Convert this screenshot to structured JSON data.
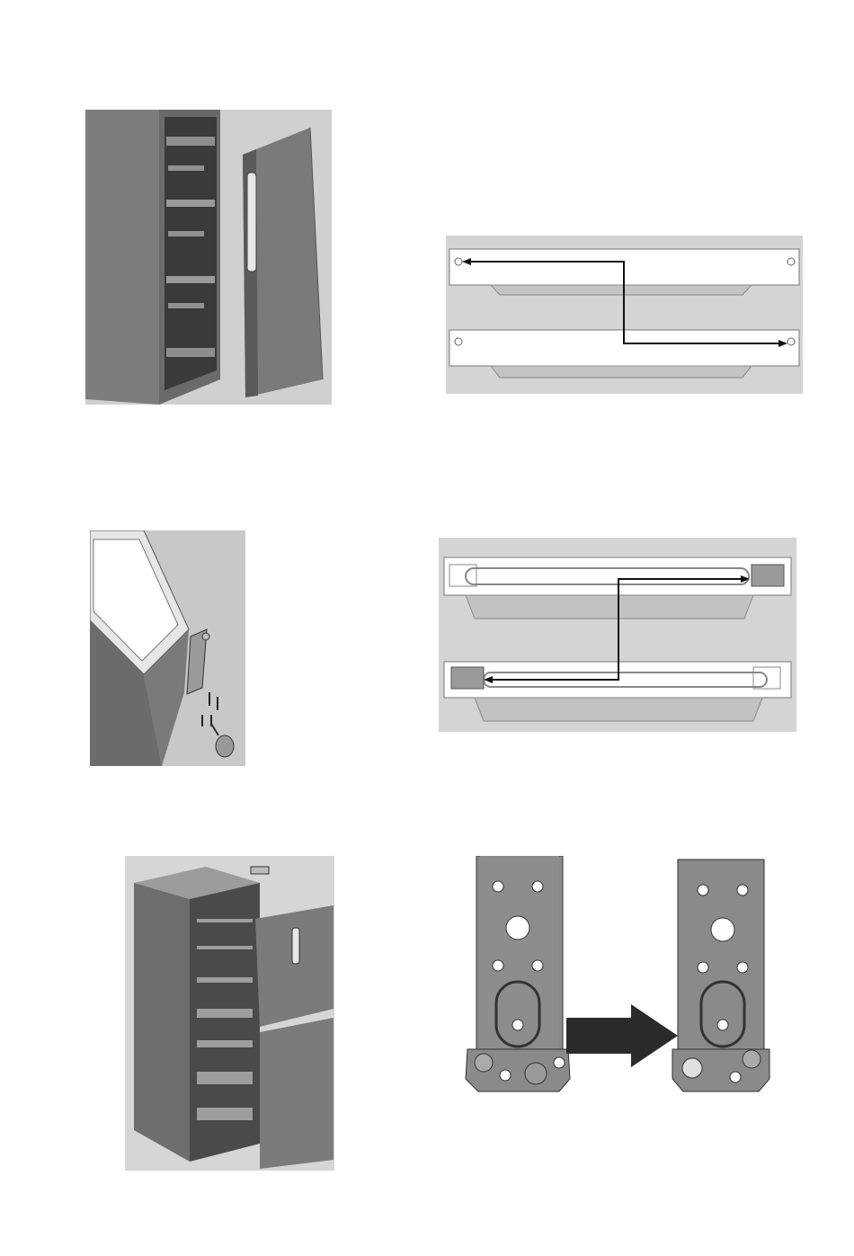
{
  "page": {
    "background": "#ffffff"
  },
  "figures": [
    {
      "id": "fig-1",
      "icon": "door-removed-from-upper-cabinet"
    },
    {
      "id": "fig-2",
      "icon": "door-top-cover-swap-arrows"
    },
    {
      "id": "fig-3",
      "icon": "hinge-bracket-and-screws"
    },
    {
      "id": "fig-4",
      "icon": "door-stopper-swap-arrow"
    },
    {
      "id": "fig-5",
      "icon": "refrigerator-doors-open"
    },
    {
      "id": "fig-6",
      "icon": "bottom-hinge-before-after"
    }
  ],
  "colors": {
    "panel_bg": "#d4d4d4",
    "steel_dark": "#6e6e6e",
    "steel_mid": "#8f8f8f",
    "hinge_gray": "#8a8a8a",
    "arrow_dark": "#2b2b2b",
    "line": "#111111"
  }
}
